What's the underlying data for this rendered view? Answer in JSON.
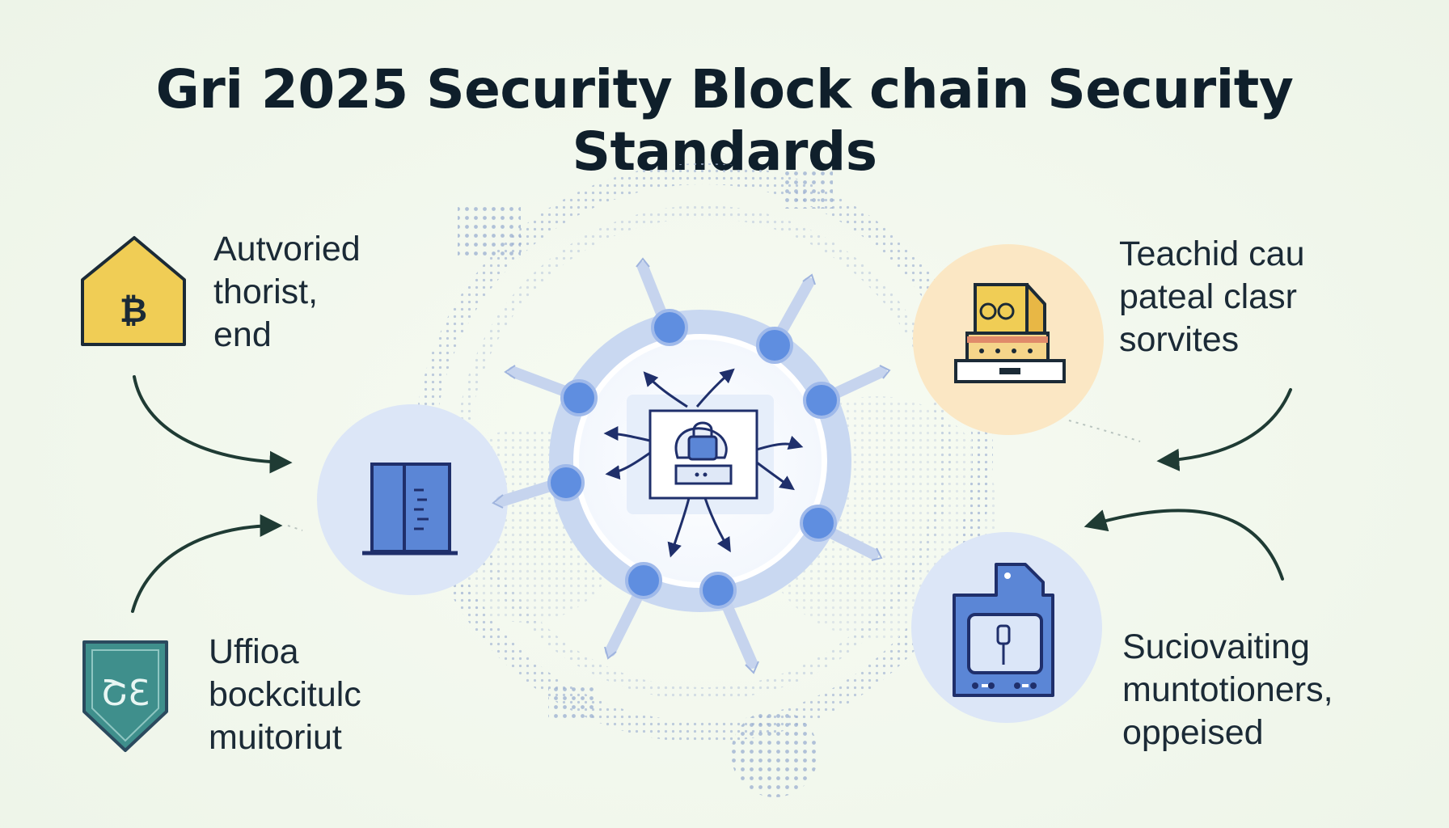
{
  "title": "Gri 2025 Security Block chain Security Standards",
  "labels": {
    "top_left": [
      "Autvoried",
      "thorist,",
      "end"
    ],
    "top_right": [
      "Teachid cau",
      "pateal clasr",
      "sorvites"
    ],
    "bottom_left": [
      "Uffioa",
      "bockcitulc",
      "muitoriut"
    ],
    "bottom_right": [
      "Suciovaiting",
      "muntotioners,",
      "oppeised"
    ]
  },
  "icons": {
    "top_left": "bitcoin-house-icon",
    "bottom_left": "shield-code-icon",
    "left_node": "ledger-block-icon",
    "center": "padlock-hub-icon",
    "top_right": "server-storage-icon",
    "bottom_right": "hardware-chip-icon"
  },
  "badges": {
    "bottom_left_code": "ՇƐ"
  },
  "colors": {
    "ink": "#1b2a36",
    "navy": "#1f2f6b",
    "accent_blue": "#5b86d6",
    "soft_blue": "#dbe6f8",
    "gold": "#f0cd55",
    "peach": "#fbe7c4",
    "teal": "#3f8f8c",
    "arrow_green": "#1f3b34"
  }
}
